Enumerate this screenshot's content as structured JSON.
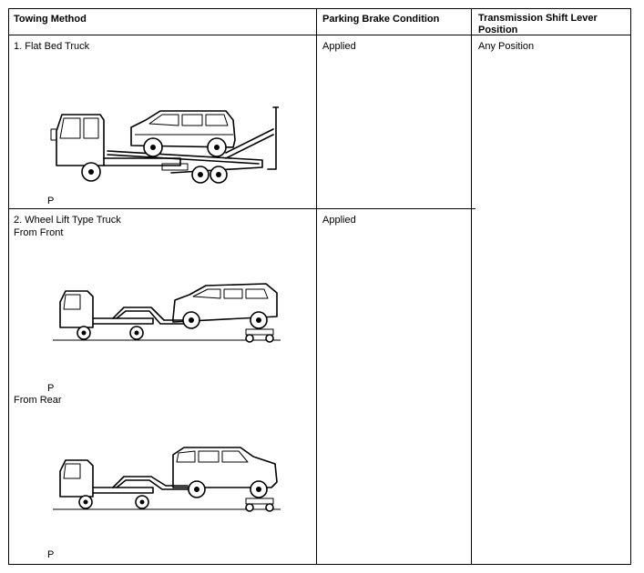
{
  "table": {
    "headers": {
      "method": "Towing Method",
      "brake": "Parking Brake Condition",
      "shift": "Transmission Shift Lever Position"
    },
    "rows": [
      {
        "method_title": "1. Flat Bed Truck",
        "figure_labels": [
          "P"
        ],
        "brake": "Applied",
        "shift": "Any Position"
      },
      {
        "method_title": "2. Wheel Lift Type Truck",
        "subsections": [
          "From Front",
          "From Rear"
        ],
        "figure_labels": [
          "P",
          "P"
        ],
        "brake": "Applied",
        "shift": ""
      }
    ]
  }
}
